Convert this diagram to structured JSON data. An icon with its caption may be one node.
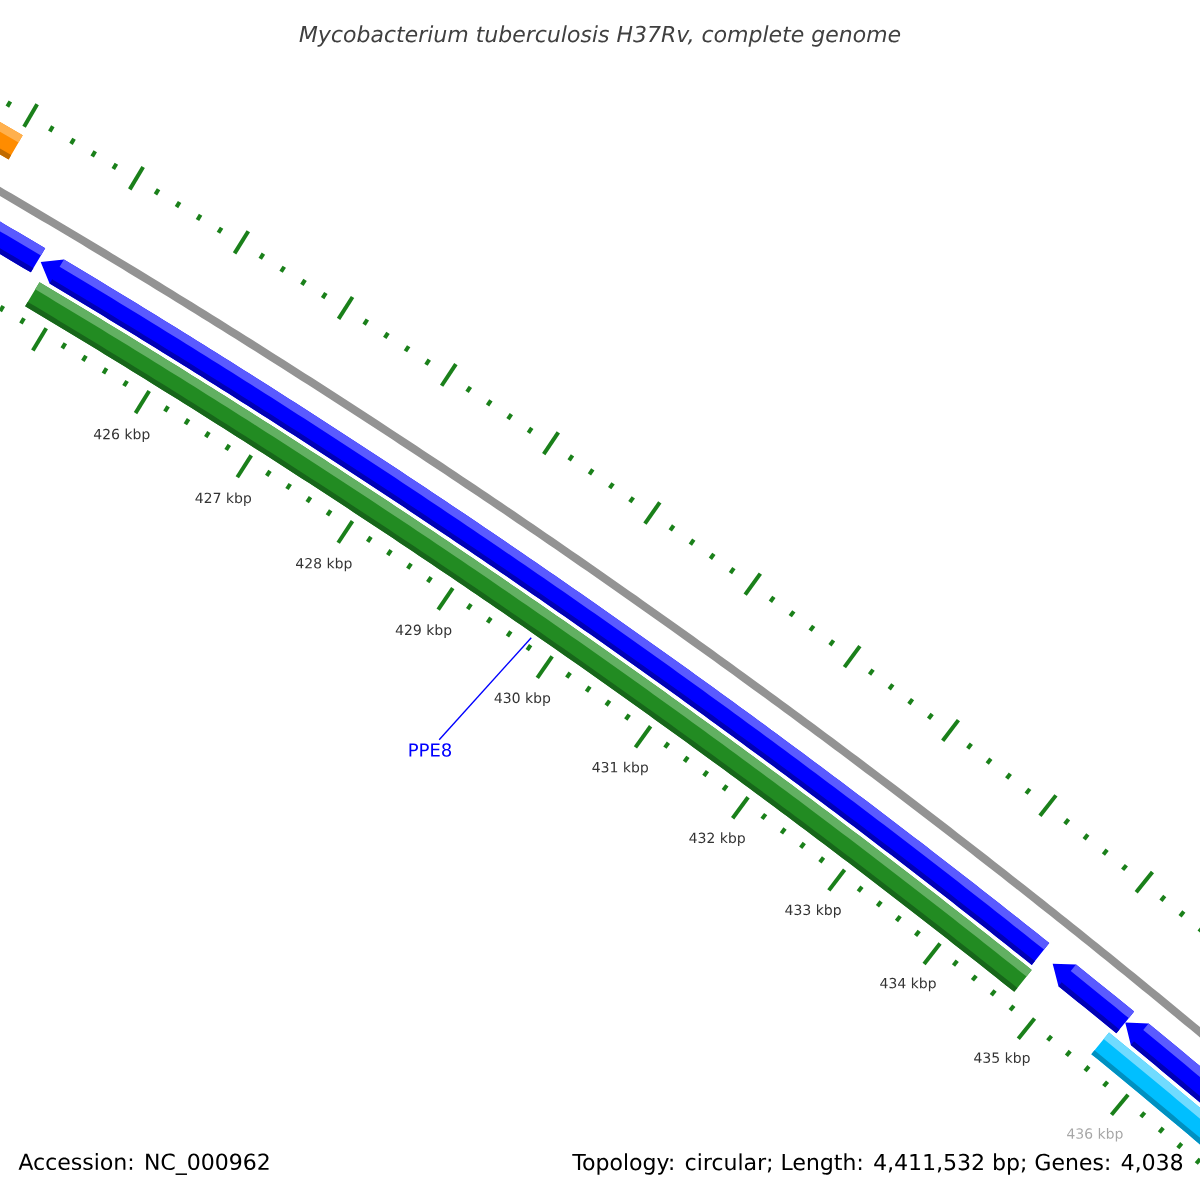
{
  "diagram": {
    "title": "Mycobacterium tuberculosis H37Rv, complete genome",
    "nodes": [
      {
        "text": [
          "PPE8"
        ]
      },
      {
        "text": [],
        "shape": "bar"
      }
    ],
    "edges": [
      {
        "from": 0,
        "to": 1,
        "arrow": "none"
      }
    ],
    "labels": [
      "426 kbp",
      "427 kbp",
      "428 kbp",
      "429 kbp",
      "430 kbp",
      "431 kbp",
      "432 kbp",
      "433 kbp",
      "434 kbp",
      "435 kbp",
      "436 kbp",
      "Accession: NC_000962",
      "Topology: circular; Length: 4,411,532 bp; Genes: 4,038"
    ]
  }
}
